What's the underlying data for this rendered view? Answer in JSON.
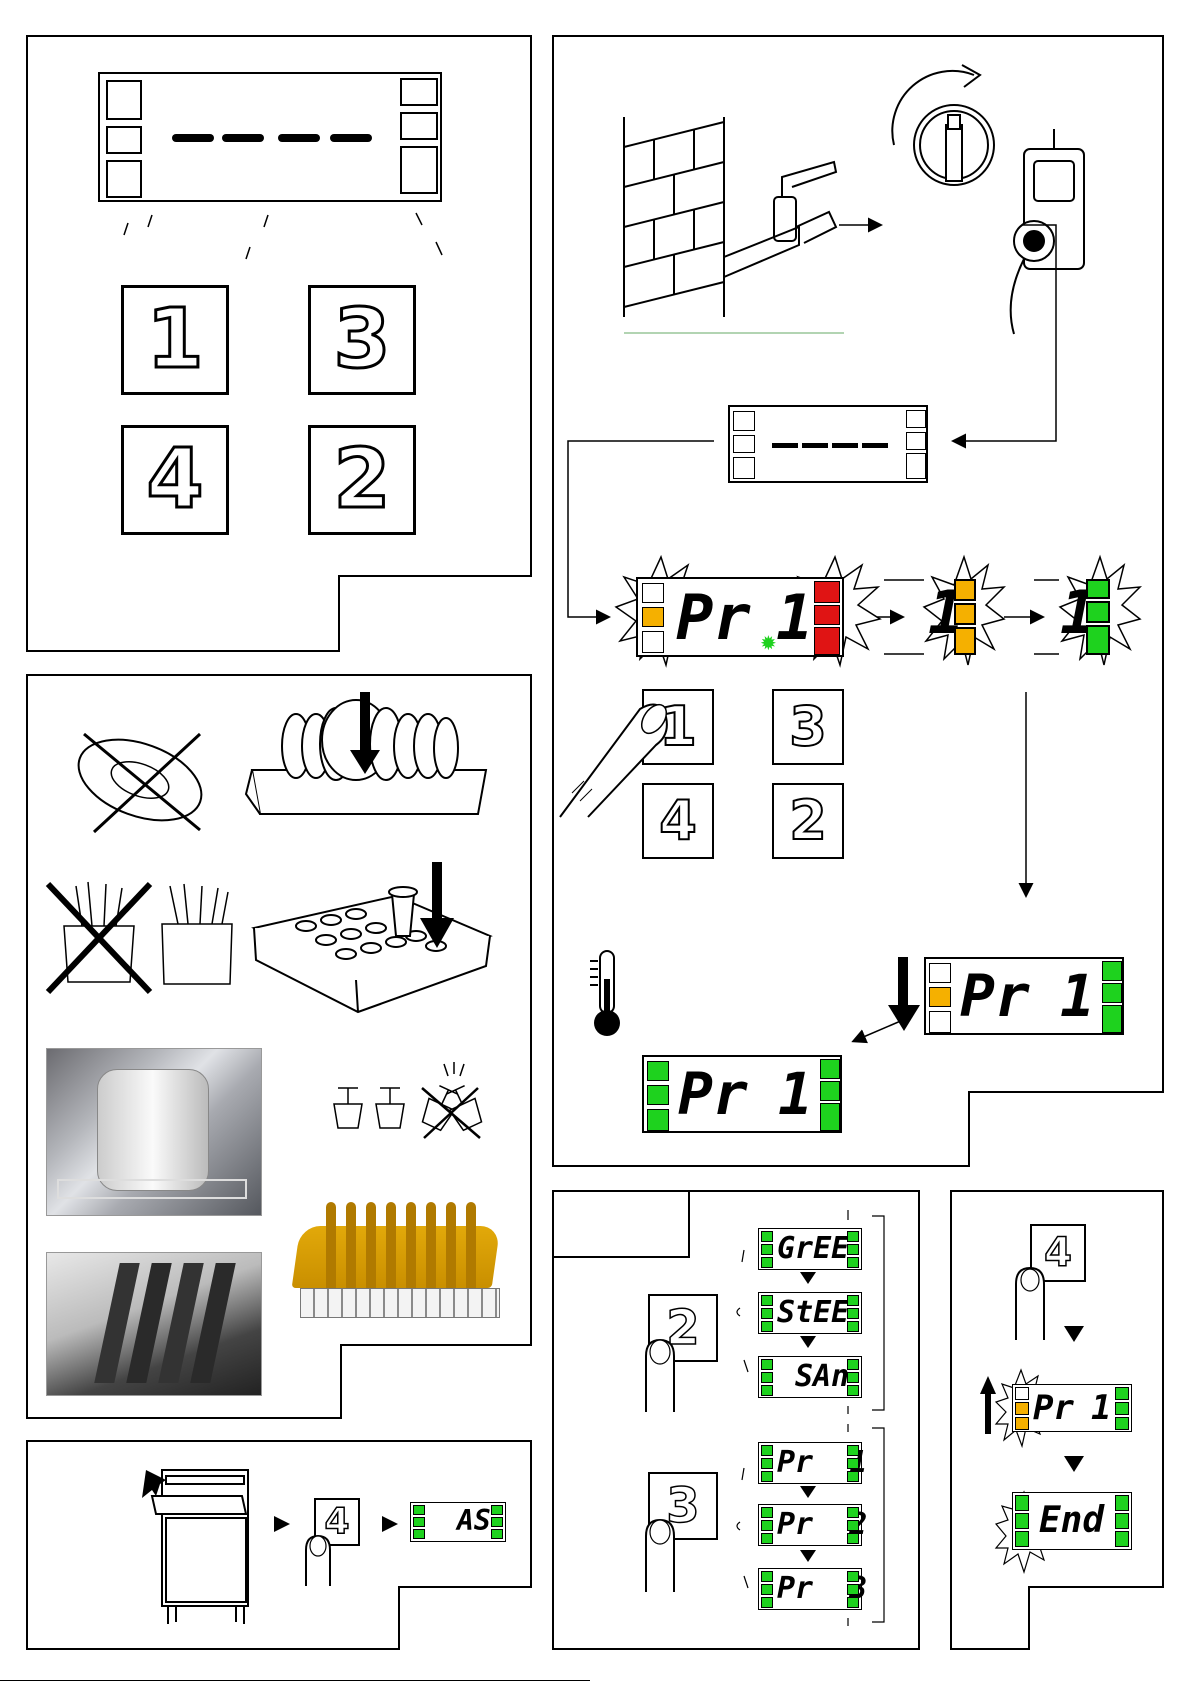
{
  "keypad": {
    "key1": "1",
    "key2": "2",
    "key3": "3",
    "key4": "4"
  },
  "cycle_panel": {
    "display_program": "Pr",
    "display_digit": "1",
    "final_display_program": "Pr",
    "final_display_digit": "1",
    "display_lower_program": "Pr",
    "display_lower_digit": "1"
  },
  "drain_panel": {
    "key": "4",
    "display": "AS"
  },
  "selection_panel": {
    "key2": "2",
    "key3": "3",
    "modes": [
      "GrEE",
      "StEE",
      "SAn"
    ],
    "programs": [
      "Pr  1",
      "Pr  2",
      "Pr  3"
    ]
  },
  "end_panel": {
    "key": "4",
    "display_program": "Pr",
    "display_digit": "1",
    "display_end": "End"
  },
  "icons": {
    "thermometer": "thermometer-icon",
    "finger": "finger-press-icon",
    "tap": "water-tap-icon",
    "switch": "main-switch-icon"
  },
  "colors": {
    "green": "#1ed21e",
    "orange": "#f5b000",
    "red": "#e01414"
  }
}
